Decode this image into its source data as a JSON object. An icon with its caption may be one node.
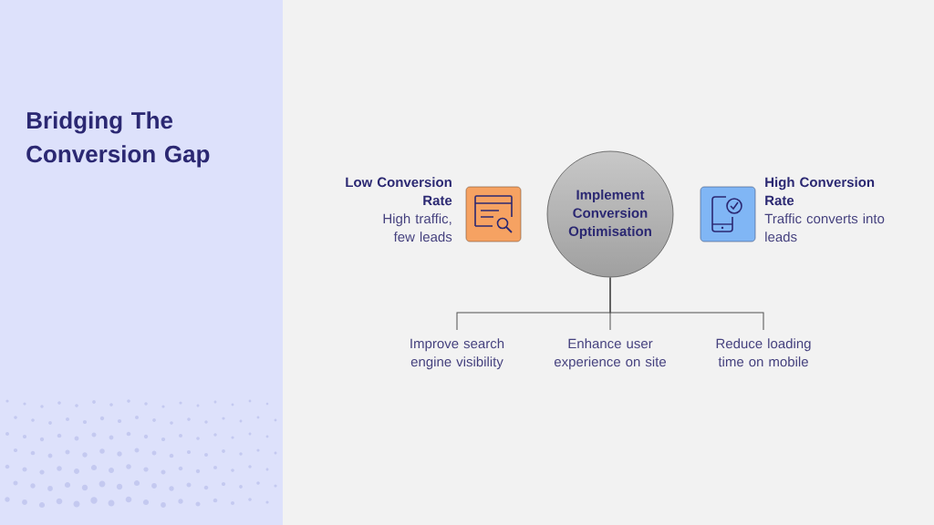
{
  "diagram": {
    "title": "Bridging The Conversion Gap",
    "nodes": [
      {
        "text": [
          "Implement Conversion Optimisation"
        ]
      },
      {
        "text": [
          "Improve search engine visibility"
        ]
      },
      {
        "text": [
          "Enhance user experience on site"
        ]
      },
      {
        "text": [
          "Reduce loading time on mobile"
        ]
      }
    ],
    "edges": [
      {
        "from": 0,
        "to": 1,
        "arrow": "none"
      },
      {
        "from": 0,
        "to": 2,
        "arrow": "none"
      },
      {
        "from": 0,
        "to": 3,
        "arrow": "none"
      }
    ],
    "labels": [
      "Low Conversion Rate",
      "High traffic, few leads",
      "High Conversion Rate",
      "Traffic converts into leads"
    ]
  }
}
